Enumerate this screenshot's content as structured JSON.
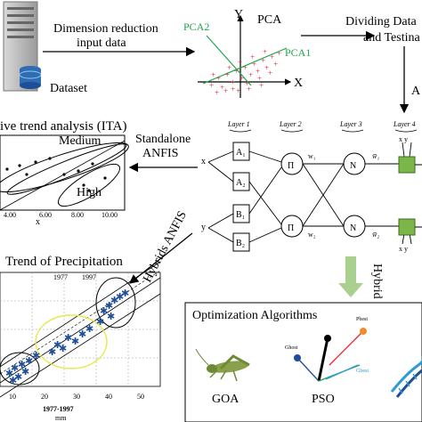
{
  "steps": {
    "dim_reduction_line1": "Dimension reduction",
    "dim_reduction_line2": "input data",
    "dataset_label": "Dataset",
    "pca_title": "PCA",
    "pca_axis_y": "Y",
    "pca_axis_x": "X",
    "pca2_label": "PCA2",
    "pca1_label": "PCA1",
    "dividing_line1": "Dividing Data",
    "dividing_line2": "and Testina",
    "right_cut_letter": "A"
  },
  "ita": {
    "title": "ive trend analysis (ITA)",
    "medium": "Medium",
    "high": "High",
    "ticks": [
      "4.00",
      "6.00",
      "8.00",
      "10.00"
    ],
    "x_axis": "x"
  },
  "arrows": {
    "standalone_line1": "Standalone",
    "standalone_line2": "ANFIS",
    "hybrids": "Hybrids ANFIS",
    "hybrid": "Hybrid"
  },
  "anfis": {
    "layers": [
      "Layer 1",
      "Layer 2",
      "Layer 3",
      "Layer 4"
    ],
    "input_x": "x",
    "input_y": "y",
    "nodes_a": [
      "A₁",
      "A₂"
    ],
    "nodes_b": [
      "B₁",
      "B₂"
    ],
    "pi": "Π",
    "n": "N",
    "w1": "w₁",
    "w2": "w₂",
    "wbar1": "w̅₁",
    "wbar2": "w̅₂",
    "xy_top": "x  y",
    "xy_bottom": "x  y"
  },
  "precip": {
    "title": "Trend of Precipitation",
    "x_ticks": [
      "10",
      "20",
      "30",
      "40",
      "50"
    ],
    "period": "1977-1997",
    "unit": "mm",
    "top_left_tick": "1977",
    "top_right_tick": "1997"
  },
  "optimization": {
    "title": "Optimization Algorithms",
    "goa": "GOA",
    "pso": "PSO",
    "ghost": "Ghost",
    "pbest": "Pbest",
    "gbest": "Gbest"
  },
  "colors": {
    "pca_points": "#e8202a",
    "pca_axes": "#1aa84a",
    "output_box": "#7ab648",
    "hybrid_arrow": "#a9d08e",
    "yellow_ellipse": "#e8e84a",
    "star": "#1f4e99"
  }
}
